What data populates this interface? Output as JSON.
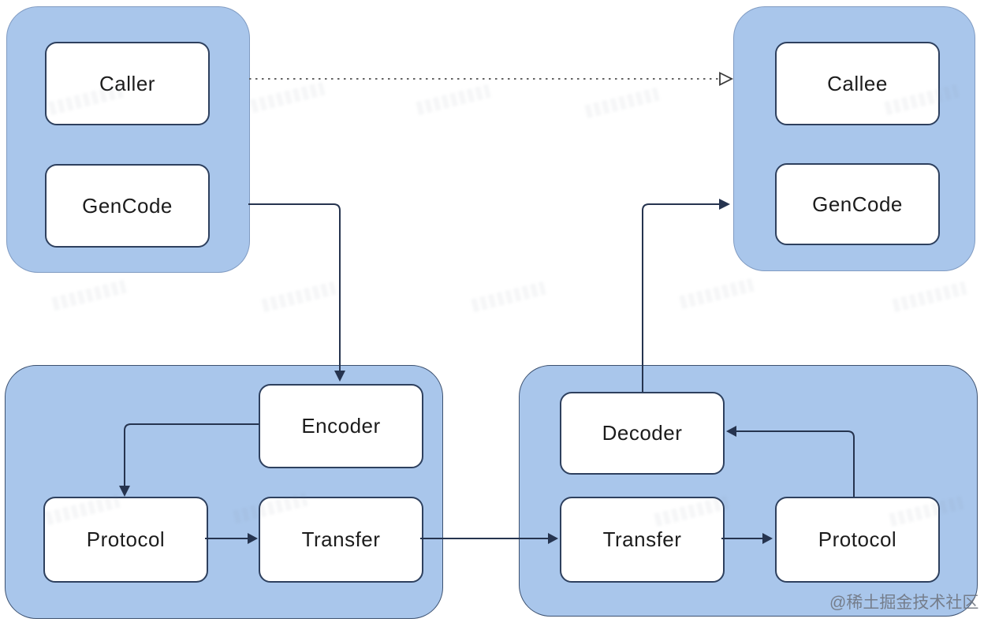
{
  "diagram": {
    "type": "flow-diagram",
    "description": "RPC call architecture: caller side and callee side clusters connected through encode/decode, protocol and transfer layers",
    "clusters": [
      {
        "id": "caller-side",
        "node_ids": [
          "caller",
          "gencode_left"
        ]
      },
      {
        "id": "callee-side",
        "node_ids": [
          "callee",
          "gencode_right"
        ]
      },
      {
        "id": "sender-stack",
        "node_ids": [
          "encoder",
          "protocol_left",
          "transfer_left"
        ]
      },
      {
        "id": "receiver-stack",
        "node_ids": [
          "decoder",
          "transfer_right",
          "protocol_right"
        ]
      }
    ],
    "edges": [
      {
        "from": "caller",
        "to": "callee",
        "style": "dashed",
        "arrowhead": "open"
      },
      {
        "from": "gencode_left",
        "to": "encoder",
        "style": "solid",
        "arrowhead": "filled"
      },
      {
        "from": "encoder",
        "to": "protocol_left",
        "style": "solid",
        "arrowhead": "filled"
      },
      {
        "from": "protocol_left",
        "to": "transfer_left",
        "style": "solid",
        "arrowhead": "filled"
      },
      {
        "from": "transfer_left",
        "to": "transfer_right",
        "style": "solid",
        "arrowhead": "filled"
      },
      {
        "from": "transfer_right",
        "to": "protocol_right",
        "style": "solid",
        "arrowhead": "filled"
      },
      {
        "from": "protocol_right",
        "to": "decoder",
        "style": "solid",
        "arrowhead": "filled"
      },
      {
        "from": "decoder",
        "to": "gencode_right",
        "style": "solid",
        "arrowhead": "filled"
      }
    ]
  },
  "nodes": {
    "caller": "Caller",
    "gencode_left": "GenCode",
    "callee": "Callee",
    "gencode_right": "GenCode",
    "encoder": "Encoder",
    "protocol_left": "Protocol",
    "transfer_left": "Transfer",
    "decoder": "Decoder",
    "transfer_right": "Transfer",
    "protocol_right": "Protocol"
  },
  "watermark": {
    "text": "@稀土掘金技术社区"
  },
  "colors": {
    "cluster_fill": "#a9c6eb",
    "node_border": "#2e405e",
    "arrow": "#26344f",
    "dashed_arrow": "#636363",
    "watermark_text": "#6e747e"
  }
}
